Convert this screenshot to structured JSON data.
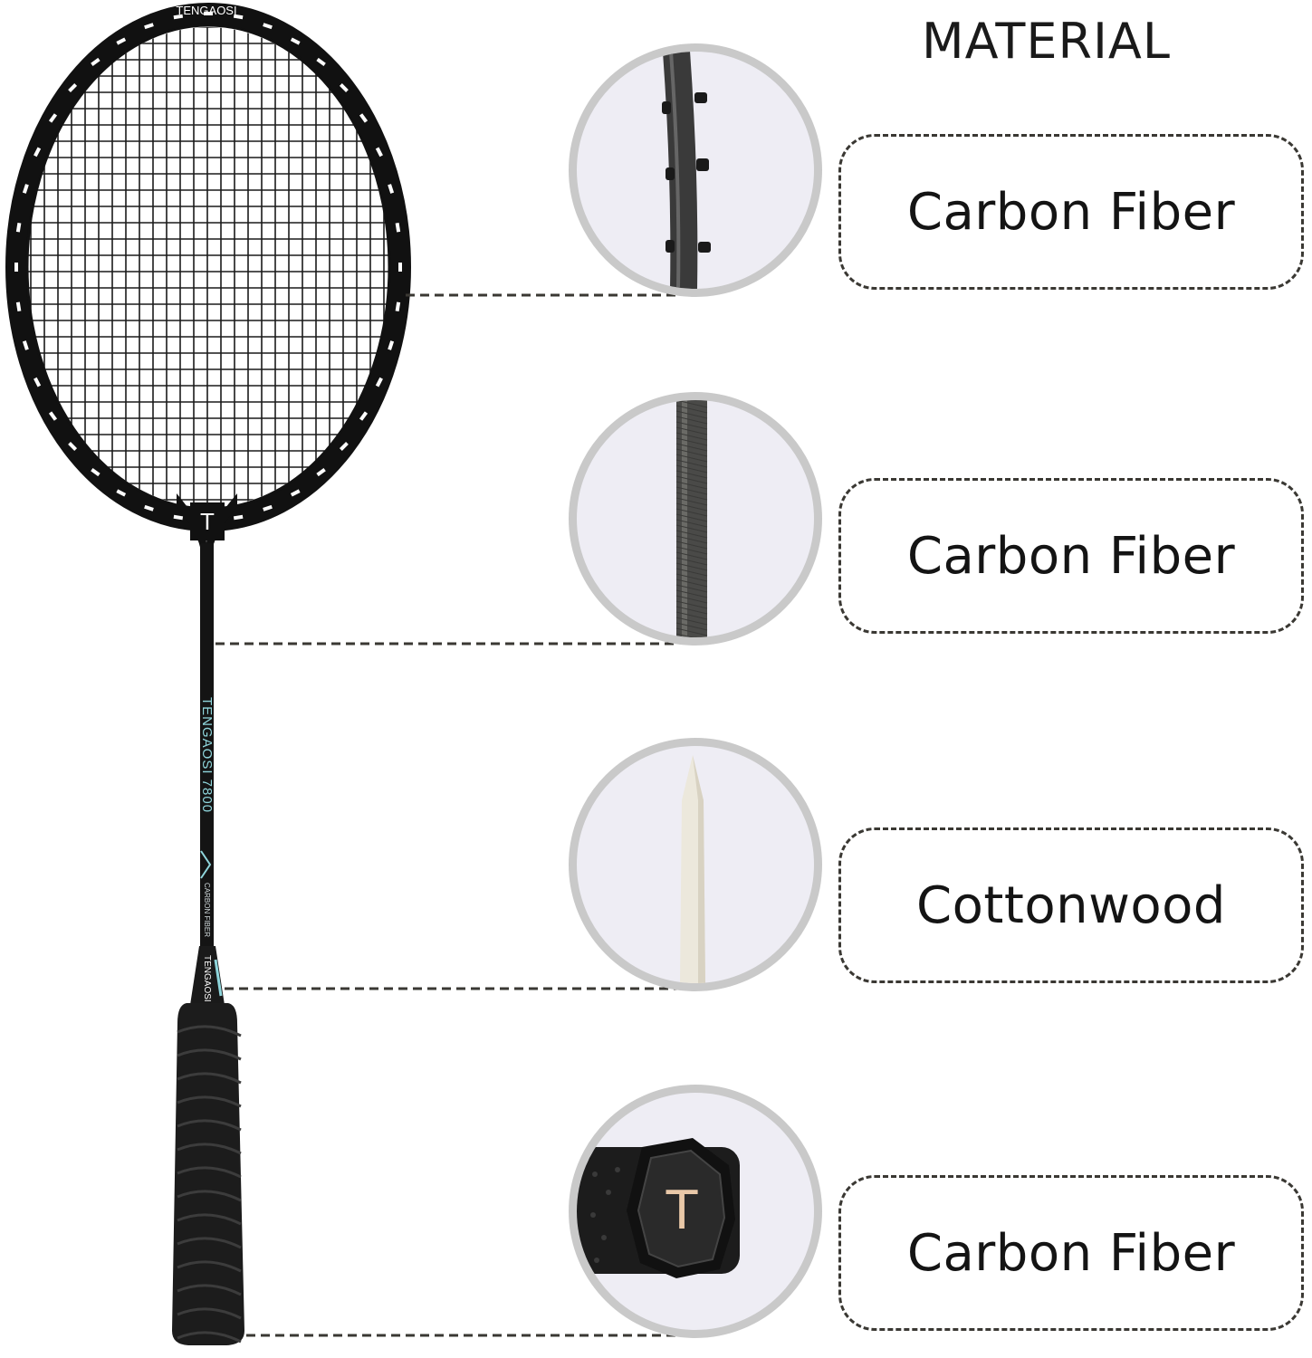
{
  "heading": "MATERIAL",
  "racket": {
    "brand_top": "TENGAOSI",
    "head_logo": "T",
    "shaft_text": "TENGAOSI  7800",
    "shaft_small_text": "CARBON FIBER",
    "throat_text": "TENGAOSI",
    "colors": {
      "frame": "#111111",
      "accent": "#8fd6dc",
      "stripe": "#ffffff",
      "grip": "#1c1c1c"
    }
  },
  "parts": [
    {
      "material": "Carbon Fiber",
      "image": "frame-closeup"
    },
    {
      "material": "Carbon Fiber",
      "image": "shaft-closeup"
    },
    {
      "material": "Cottonwood",
      "image": "wood-core-closeup"
    },
    {
      "material": "Carbon Fiber",
      "image": "grip-end-cap-closeup"
    }
  ]
}
